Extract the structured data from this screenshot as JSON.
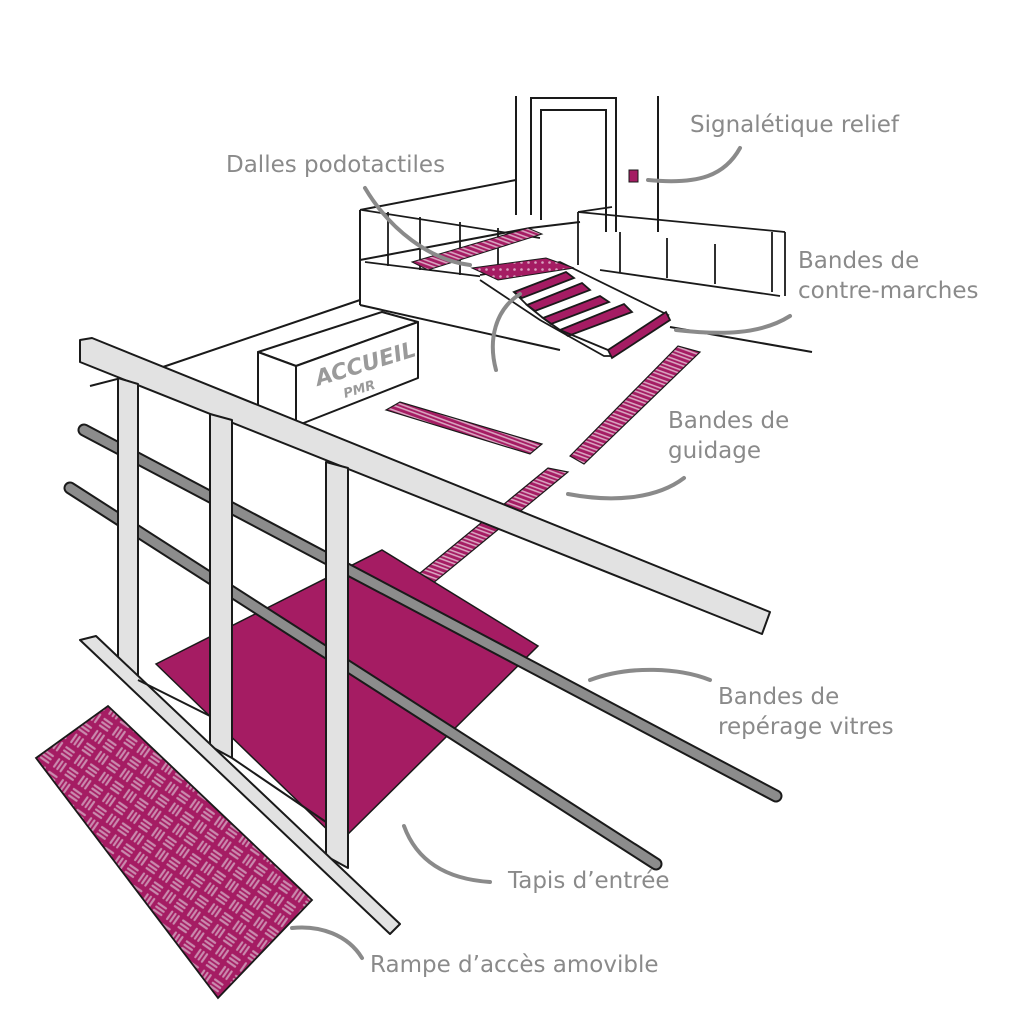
{
  "colors": {
    "accent": "#a51c63",
    "line": "#1a1a1a",
    "rail": "#e2e2e2",
    "rail_grey": "#8c8c8c",
    "leader": "#8a8a8a",
    "label": "#8a8a8a"
  },
  "sign": {
    "line1": "ACCUEIL",
    "line2": "PMR"
  },
  "labels": {
    "signaletique": "Signalétique relief",
    "dalles": "Dalles podotactiles",
    "contre_marches_1": "Bandes de",
    "contre_marches_2": "contre-marches",
    "guidage_1": "Bandes de",
    "guidage_2": "guidage",
    "reperage_1": "Bandes de",
    "reperage_2": "repérage vitres",
    "tapis": "Tapis d’entrée",
    "rampe": "Rampe d’accès amovible"
  }
}
